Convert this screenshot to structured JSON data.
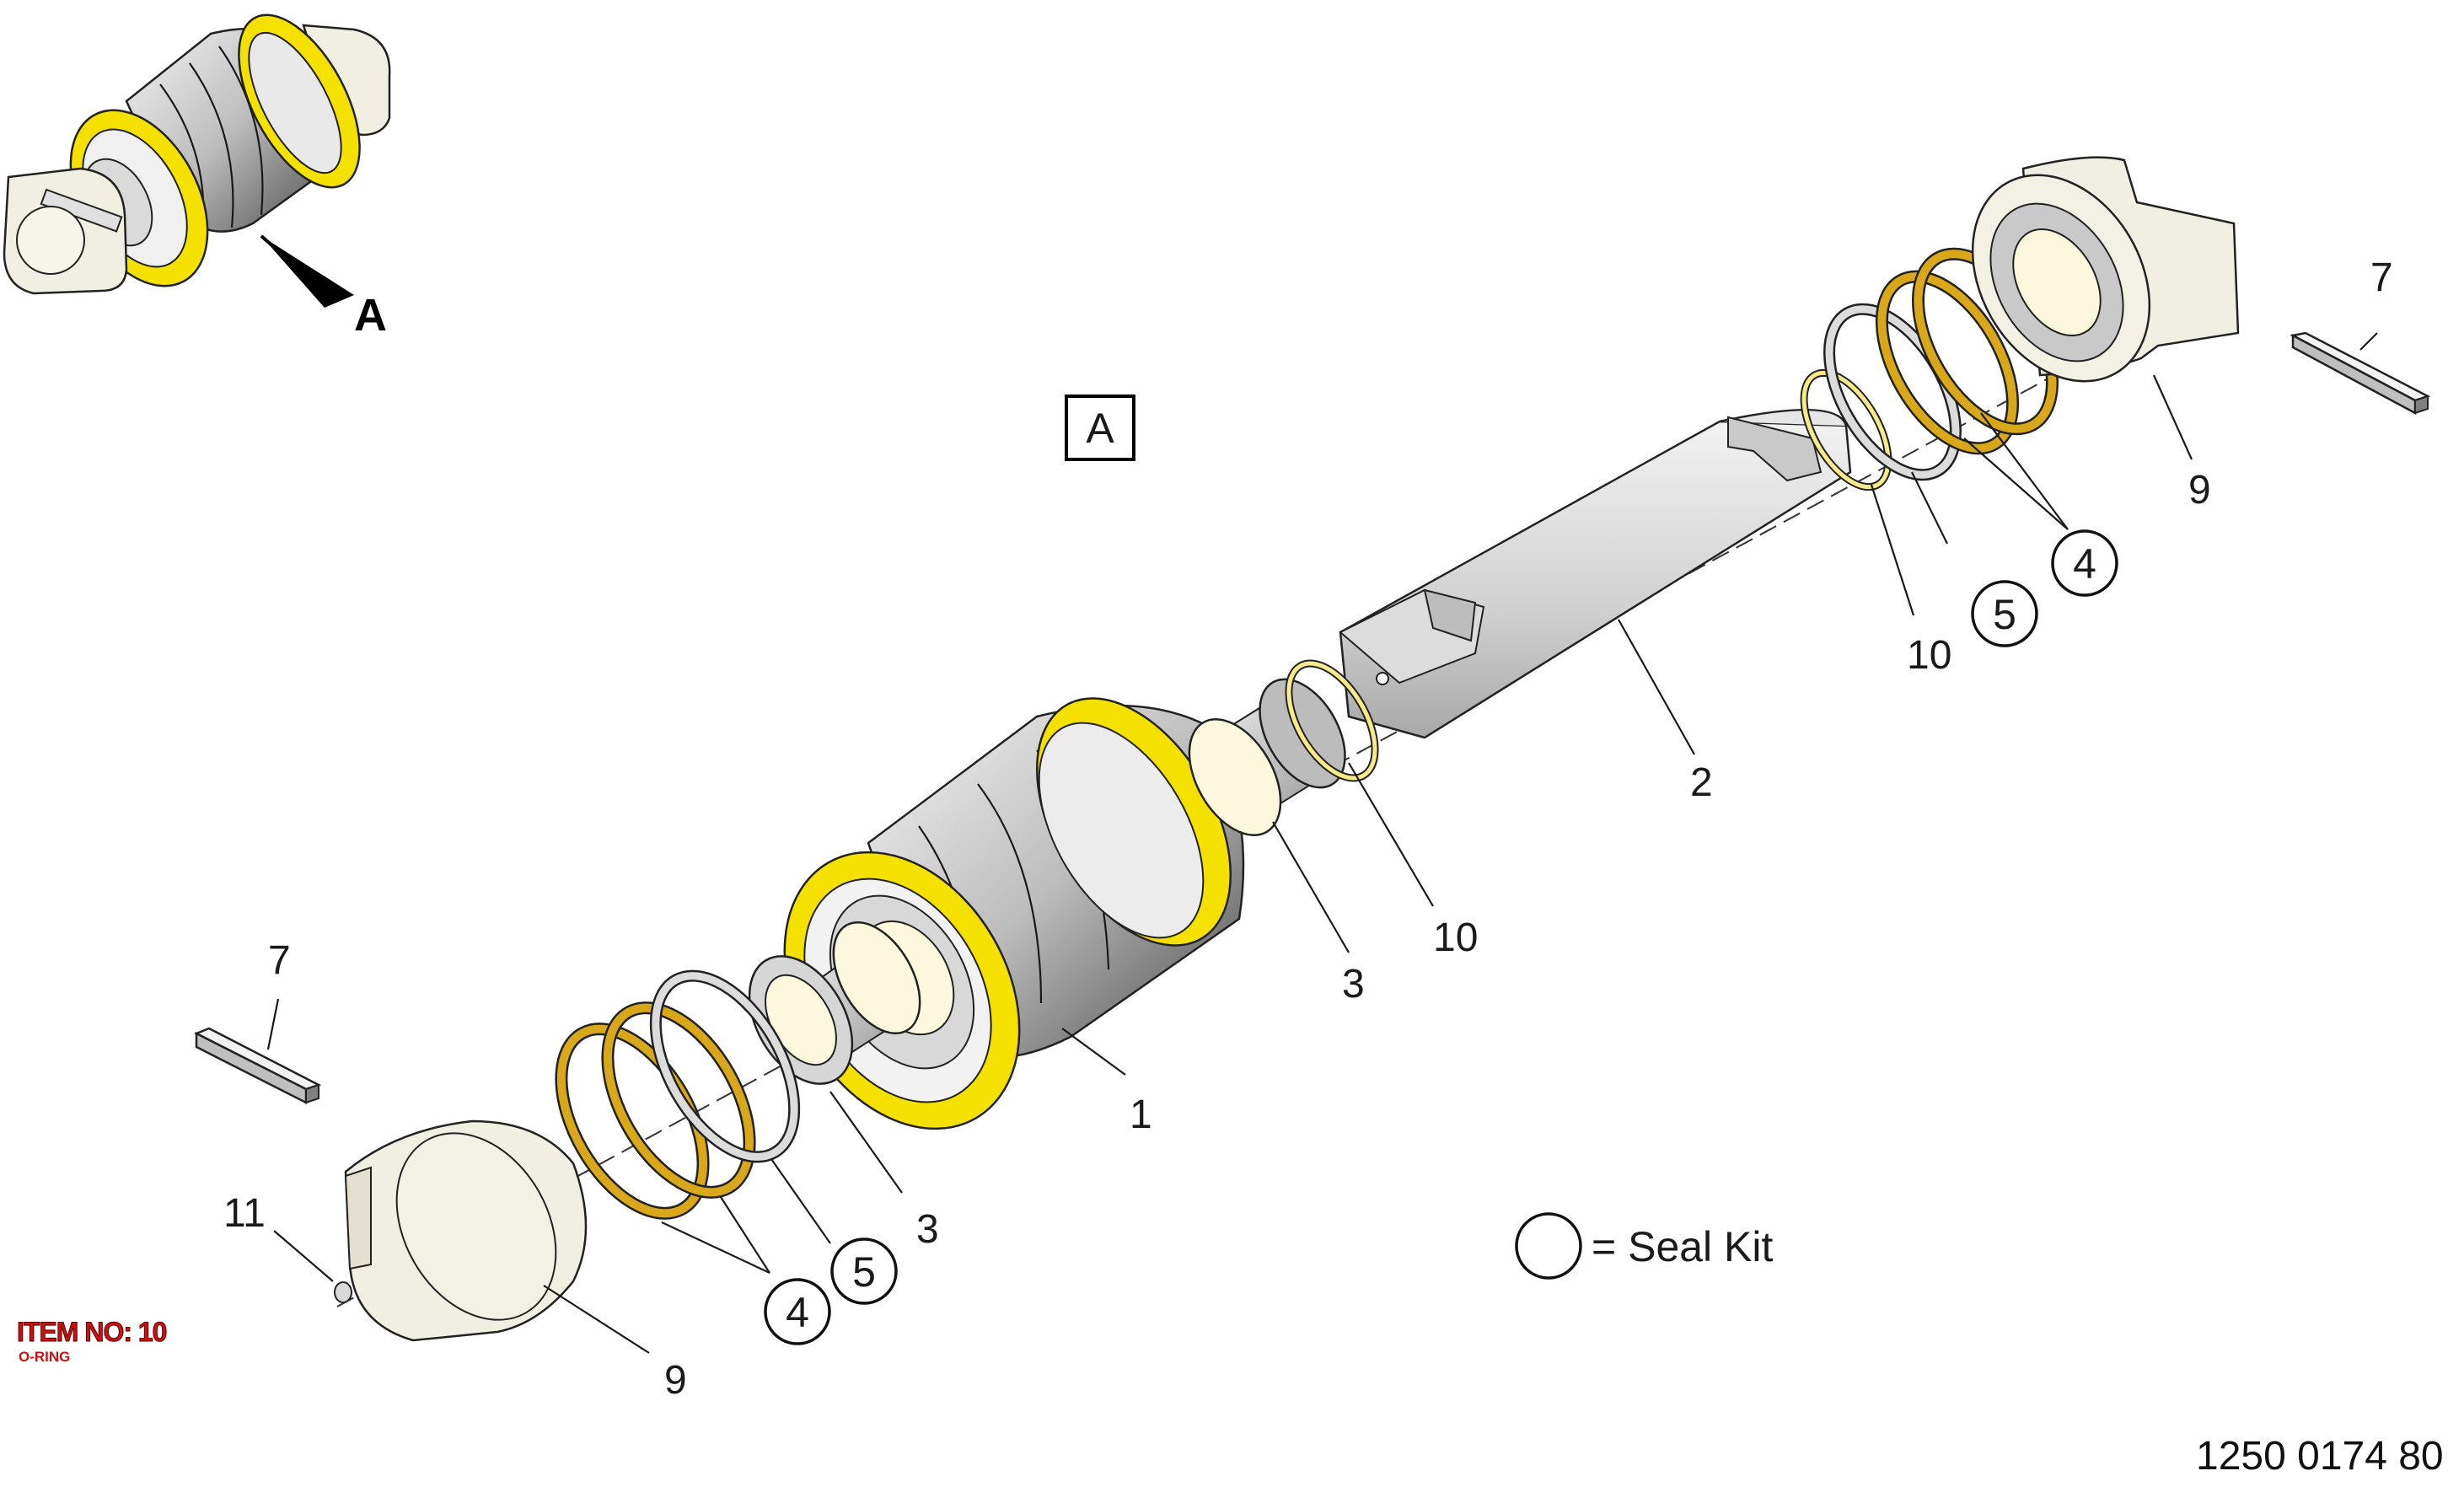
{
  "view_label": "A",
  "view_box_label": "A",
  "callouts": {
    "c1": "1",
    "c2": "2",
    "c3a": "3",
    "c3b": "3",
    "c4a": "4",
    "c4b": "4",
    "c5a": "5",
    "c5b": "5",
    "c7a": "7",
    "c7b": "7",
    "c9a": "9",
    "c9b": "9",
    "c10a": "10",
    "c10b": "10",
    "c11": "11"
  },
  "legend": {
    "text": "= Seal Kit"
  },
  "item": {
    "title": "ITEM NO: 10",
    "desc": "O-RING"
  },
  "figure_number": "1250 0174 80",
  "colors": {
    "yellow": "#f5e100",
    "gold": "#d9a81a",
    "gray": "#c8c8c8",
    "cream": "#f1efe2",
    "red": "#cc1111"
  }
}
